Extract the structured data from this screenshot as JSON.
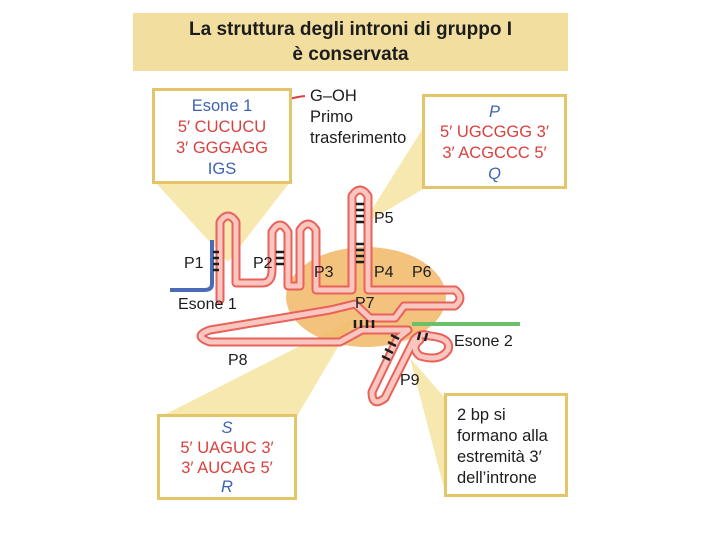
{
  "title": {
    "line1": "La struttura degli introni di gruppo I",
    "line2": "è conservata"
  },
  "exon_box": {
    "exon_label": "Esone 1",
    "seq_top": "5′ CUCUCU",
    "seq_bottom": "3′ GGGAGG",
    "igs_label": "IGS"
  },
  "goh_note": {
    "line1": "G–OH",
    "line2": "Primo",
    "line3": "trasferimento"
  },
  "pq_box": {
    "p_label": "P",
    "seq_top": "5′ UGCGGG 3′",
    "seq_bottom": "3′ ACGCCC 5′",
    "q_label": "Q"
  },
  "sr_box": {
    "s_label": "S",
    "seq_top": "5′ UAGUC 3′",
    "seq_bottom": "3′ AUCAG 5′",
    "r_label": "R"
  },
  "bp_box": {
    "line1": "2 bp si",
    "line2": "formano alla",
    "line3": "estremità 3′",
    "line4": "dell’introne"
  },
  "diagram_labels": {
    "p1": "P1",
    "p2": "P2",
    "p3": "P3",
    "p4": "P4",
    "p5": "P5",
    "p6": "P6",
    "p7": "P7",
    "p8": "P8",
    "p9": "P9",
    "exon1": "Esone 1",
    "exon2": "Esone 2"
  },
  "colors": {
    "rna_strand": "#e8625a",
    "rna_fill": "#f9c7c0",
    "core_ellipse": "#f1b867",
    "exon1_strand": "#4a6cb8",
    "exon2_strand": "#6cc06a",
    "callout": "#f7e8b0",
    "box_border": "#e4c56a",
    "sequence_text": "#d9413e",
    "label_text": "#3c63b0",
    "title_bg": "#f2dfa0"
  }
}
